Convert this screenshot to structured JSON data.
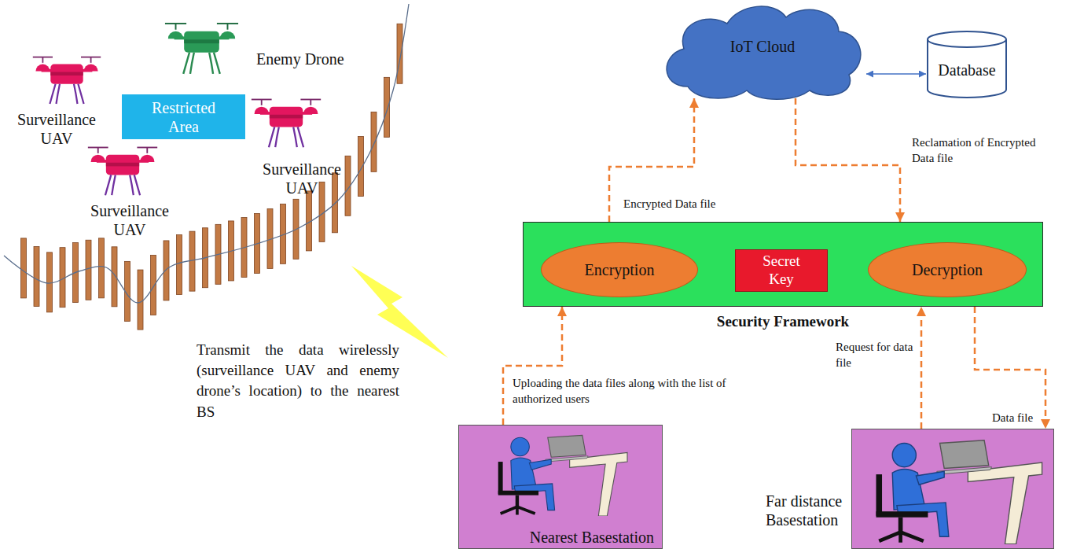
{
  "diagram": {
    "nodes": [
      {
        "text": [
          "Restricted Area"
        ]
      },
      {
        "text": [
          "IoT Cloud"
        ]
      },
      {
        "text": [
          "Database"
        ]
      },
      {
        "text": [
          "Security Framework"
        ]
      },
      {
        "text": [
          "Encryption"
        ],
        "in": 3
      },
      {
        "text": [
          "Secret Key"
        ],
        "in": 3
      },
      {
        "text": [
          "Decryption"
        ],
        "in": 3
      },
      {
        "text": [
          "Nearest Basestation"
        ]
      },
      {
        "text": [
          "Far distance Basestation"
        ]
      }
    ],
    "edges": [
      {
        "from": 7,
        "to": 3,
        "arrow": "to",
        "label": "Uploading the data files along with the list of authorized users"
      },
      {
        "from": 3,
        "to": 1,
        "arrow": "to",
        "label": "Encrypted Data file"
      },
      {
        "from": 1,
        "to": 3,
        "arrow": "to",
        "label": "Reclamation of Encrypted Data file"
      },
      {
        "from": 1,
        "to": 2,
        "arrow": "both"
      },
      {
        "from": 8,
        "to": 3,
        "arrow": "to",
        "label": "Request for data file"
      },
      {
        "from": 3,
        "to": 8,
        "arrow": "to",
        "label": "Data file"
      }
    ],
    "labels": [
      "Enemy Drone",
      "Surveillance UAV",
      "Surveillance UAV",
      "Surveillance UAV",
      "Transmit the data wirelessly (surveillance UAV and enemy drone’s location) to the nearest BS"
    ]
  }
}
